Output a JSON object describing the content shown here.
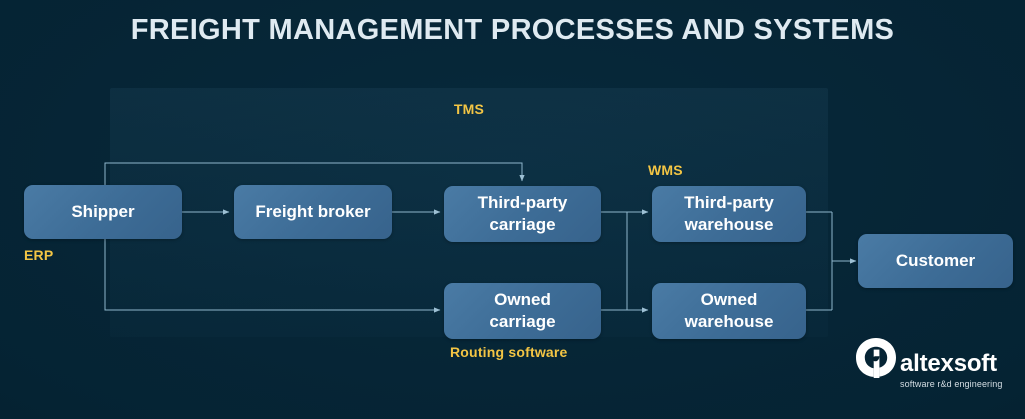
{
  "title": "FREIGHT MANAGEMENT PROCESSES AND SYSTEMS",
  "colors": {
    "background": "#04202f",
    "node_fill": "#3d6c96",
    "node_text": "#ffffff",
    "accent_label": "#f3c544",
    "connector": "#8fb6cc",
    "title_text": "#dfeaf1",
    "panel_fill": "rgba(92,150,186,0.08)"
  },
  "system_labels": {
    "tms": "TMS",
    "wms": "WMS",
    "erp": "ERP",
    "routing": "Routing software"
  },
  "nodes": [
    {
      "id": "shipper",
      "label": "Shipper"
    },
    {
      "id": "freight-broker",
      "label": "Freight broker"
    },
    {
      "id": "third-party-carriage",
      "label": "Third-party\ncarriage"
    },
    {
      "id": "owned-carriage",
      "label": "Owned\ncarriage"
    },
    {
      "id": "third-party-warehouse",
      "label": "Third-party\nwarehouse"
    },
    {
      "id": "owned-warehouse",
      "label": "Owned\nwarehouse"
    },
    {
      "id": "customer",
      "label": "Customer"
    }
  ],
  "node_labels": {
    "shipper": "Shipper",
    "freight_broker": "Freight broker",
    "third_party_carriage_line1": "Third-party",
    "third_party_carriage_line2": "carriage",
    "owned_carriage_line1": "Owned",
    "owned_carriage_line2": "carriage",
    "third_party_warehouse_line1": "Third-party",
    "third_party_warehouse_line2": "warehouse",
    "owned_warehouse_line1": "Owned",
    "owned_warehouse_line2": "warehouse",
    "customer": "Customer"
  },
  "flows": [
    {
      "from": "shipper",
      "to": "freight-broker"
    },
    {
      "from": "shipper",
      "to": "third-party-carriage"
    },
    {
      "from": "shipper",
      "to": "owned-carriage"
    },
    {
      "from": "freight-broker",
      "to": "third-party-carriage"
    },
    {
      "from": "third-party-carriage",
      "to": "third-party-warehouse"
    },
    {
      "from": "third-party-carriage",
      "to": "owned-warehouse"
    },
    {
      "from": "owned-carriage",
      "to": "third-party-warehouse"
    },
    {
      "from": "owned-carriage",
      "to": "owned-warehouse"
    },
    {
      "from": "third-party-warehouse",
      "to": "customer"
    },
    {
      "from": "owned-warehouse",
      "to": "customer"
    }
  ],
  "logo": {
    "mark": "altexsoft-a-mark",
    "wordmark": "altexsoft",
    "tagline": "software r&d engineering"
  }
}
